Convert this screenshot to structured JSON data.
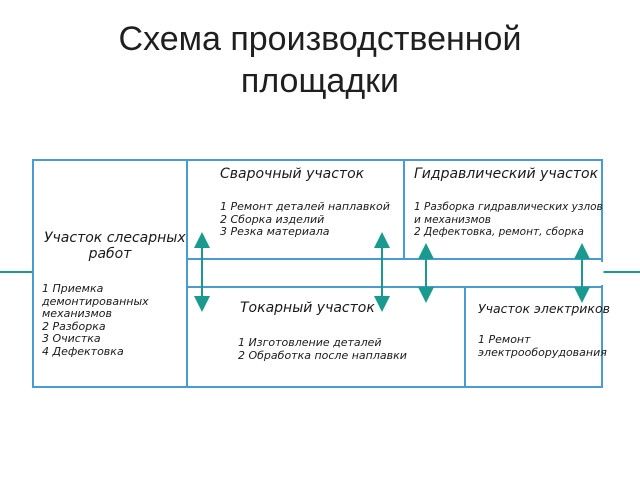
{
  "title_line1": "Схема производственной",
  "title_line2": "площадки",
  "colors": {
    "border": "#4a9bd1",
    "arrow": "#1a9a8e",
    "text": "#1a1a1a"
  },
  "zones": {
    "slesar": {
      "title_line1": "Участок слесарных",
      "title_line2": "работ",
      "items": [
        "1 Приемка",
        "демонтированных",
        "механизмов",
        "2 Разборка",
        "3 Очистка",
        "4 Дефектовка"
      ]
    },
    "svarka": {
      "title": "Сварочный участок",
      "items": [
        "1 Ремонт деталей наплавкой",
        "2 Сборка изделий",
        "3 Резка материала"
      ]
    },
    "gidro": {
      "title": "Гидравлический участок",
      "items": [
        "1 Разборка гидравлических узлов",
        "и механизмов",
        "2 Дефектовка, ремонт, сборка"
      ]
    },
    "tokar": {
      "title": "Токарный участок",
      "items": [
        "1 Изготовление деталей",
        "2 Обработка после наплавки"
      ]
    },
    "elektro": {
      "title": "Участок электриков",
      "items": [
        "1 Ремонт",
        "электрооборудования"
      ]
    }
  }
}
